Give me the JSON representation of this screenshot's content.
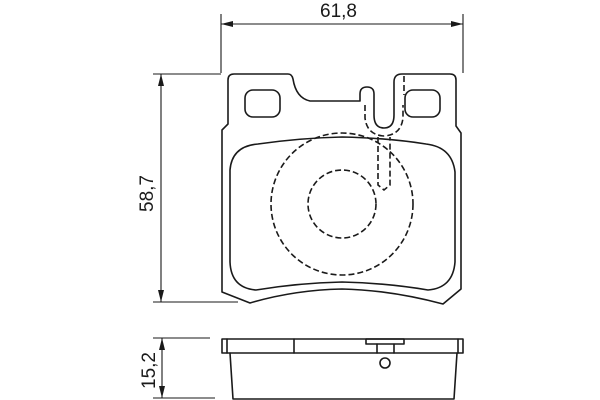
{
  "drawing": {
    "subject": "brake pad technical drawing",
    "views": [
      "front view",
      "side view"
    ],
    "line_color": "#1a1a1a",
    "background": "#ffffff"
  },
  "dimensions": {
    "width": {
      "label": "61,8",
      "orientation": "horizontal"
    },
    "height": {
      "label": "58,7",
      "orientation": "vertical"
    },
    "thickness": {
      "label": "15,2",
      "orientation": "vertical"
    }
  }
}
